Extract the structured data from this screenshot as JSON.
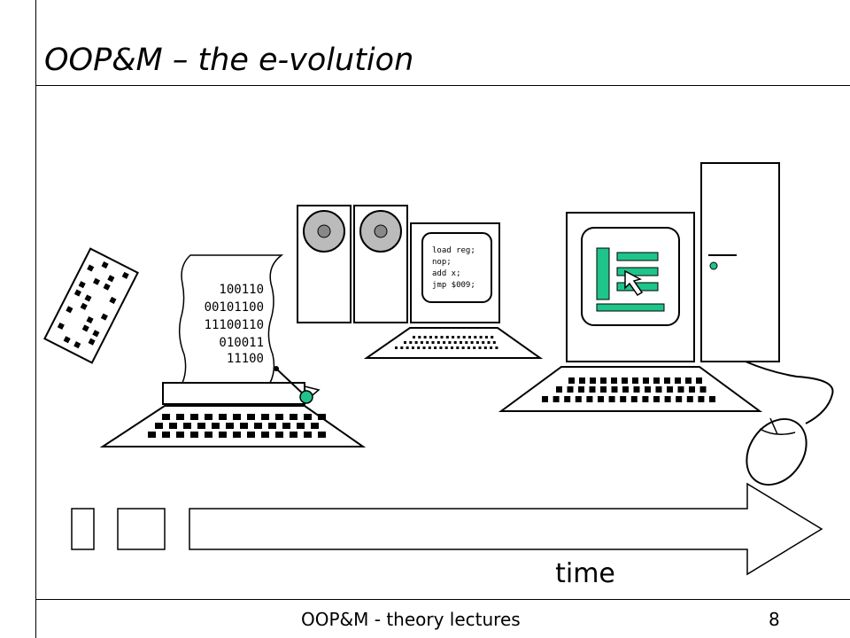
{
  "slide": {
    "title": "OOP&M – the e-volution",
    "footer": "OOP&M - theory lectures",
    "page_number": "8"
  },
  "printout": {
    "lines": [
      "100110",
      "00101100",
      "11100110",
      "010011",
      "11100"
    ]
  },
  "terminal": {
    "code_lines": [
      "load reg;",
      "nop;",
      "add x;",
      "jmp $009;"
    ]
  },
  "timeline": {
    "label": "time"
  },
  "colors": {
    "accent": "#1fc48a",
    "reel": "#bbbbbb",
    "ink": "#000000"
  }
}
